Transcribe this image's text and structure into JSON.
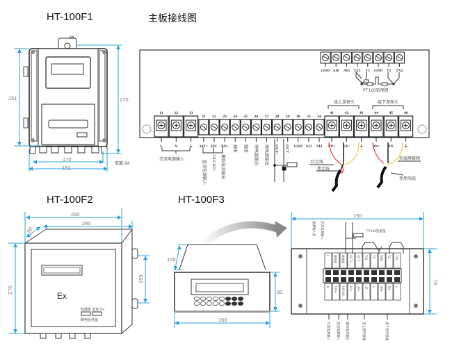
{
  "titles": {
    "f1": "HT-100F1",
    "board": "主板接线图",
    "f2": "HT-100F2",
    "f3": "HT-100F3"
  },
  "f1": {
    "hole": "ϕ8",
    "dims": {
      "left_height": "251",
      "right_height": "270",
      "inner_width": "170",
      "outer_width": "192",
      "thickness": "厚度:94"
    }
  },
  "board": {
    "top_terminals": [
      "GND",
      "AI6",
      "AI5",
      "TX1",
      "T1",
      "GND",
      "T2",
      "TX2"
    ],
    "pt100_label": "PT100铂电阻",
    "bottom_numbers": [
      "11",
      "12",
      "13",
      "21",
      "22",
      "23",
      "24",
      "25",
      "26",
      "27",
      "28",
      "29",
      "30",
      "33",
      "34",
      "41",
      "42",
      "43",
      "44",
      "45",
      "46"
    ],
    "bottom_labels": [
      "L",
      "N",
      "⏚",
      "24V+",
      "24V-",
      "AO+",
      "触发",
      "触发",
      "继电器输出",
      "继电器输出",
      "OCT+",
      "OCT-",
      "GND",
      "AI3",
      "AI4",
      "UP+",
      "UP-",
      "⏚",
      "DN+",
      "DN-",
      "⏚"
    ],
    "ac_power_label": "交流电源输入",
    "dc_power_label": "直流电源输入",
    "ao_label": "24V-AO-",
    "analog_label": "模拟电流输出",
    "upstream_label": "接上游探头",
    "downstream_label": "接下游探头",
    "red_wire": "红芯线",
    "black_wire": "黑芯线",
    "shield": "外层屏蔽网",
    "cable": "专用电缆"
  },
  "f2": {
    "dims": {
      "top_outer": "290",
      "top_inner": "280",
      "depth": "90",
      "height": "270",
      "side": "195"
    },
    "ex_mark": "Ex",
    "warning_top": "防爆表 此处 Ex",
    "warning_bottom": "断电后开盖"
  },
  "f3": {
    "dims": {
      "depth": "155",
      "height": "80",
      "width": "160"
    }
  },
  "f3_back": {
    "dims": {
      "width": "150",
      "height": "74"
    },
    "top_labels": [
      "电源输入负",
      "交流电源输入"
    ],
    "pt100_label": "PT100铂电阻",
    "row_top": [
      "L",
      "继电器",
      "继电器",
      "OCT+",
      "OCT-",
      "TX1",
      "T1",
      "GND",
      "T2",
      "TX2"
    ],
    "row_bottom": [
      "N",
      "24V+",
      "24V-AO-",
      "AO+",
      "UP+",
      "UP-",
      "⏚",
      "DN+",
      "DN-",
      "⏚"
    ],
    "bottom_labels": [
      "交流电源输入",
      "直流电源输入",
      "模拟电流输出",
      "接上游传感器",
      "接下游传感器"
    ]
  }
}
